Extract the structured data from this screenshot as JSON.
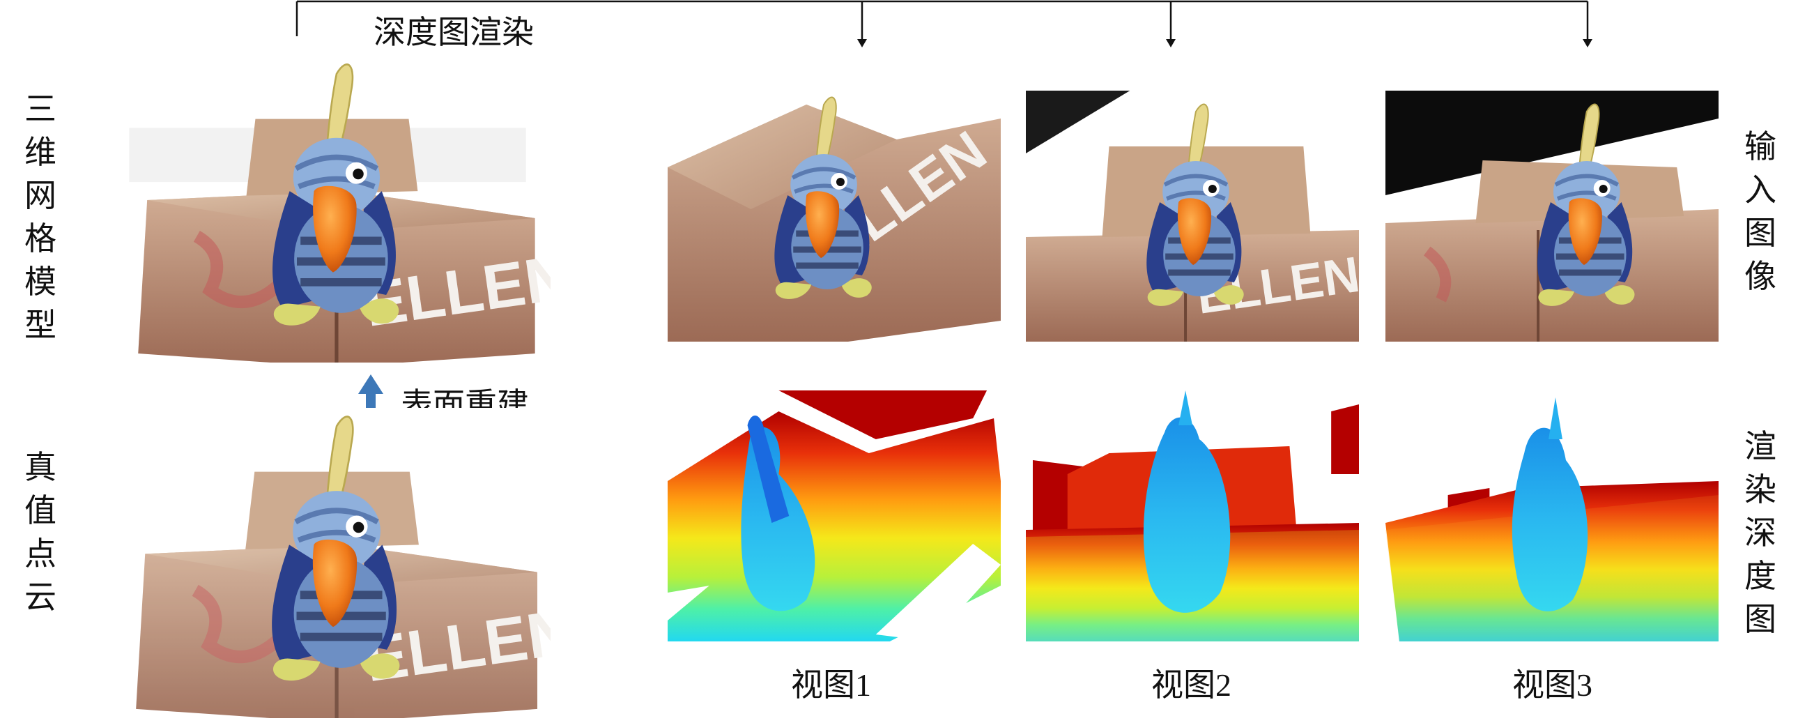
{
  "top_label": "深度图渲染",
  "left_labels": {
    "mesh": [
      "三",
      "维",
      "网",
      "格",
      "模",
      "型"
    ],
    "pointcloud": [
      "真",
      "值",
      "点",
      "云"
    ]
  },
  "right_labels": {
    "input": [
      "输",
      "入",
      "图",
      "像"
    ],
    "depth": [
      "渲",
      "染",
      "深",
      "度",
      "图"
    ]
  },
  "reconstruction_label": "表面重建",
  "views": [
    "视图1",
    "视图2",
    "视图3"
  ],
  "colors": {
    "arrow": "#3d78b8",
    "line": "#111111",
    "brick": "#b88c74",
    "brick_dark": "#8a5e4c",
    "toy_blue": "#6d8fc4",
    "beak": "#f07a1a",
    "depth_near": "#22c7f0",
    "depth_far": "#b00000"
  }
}
